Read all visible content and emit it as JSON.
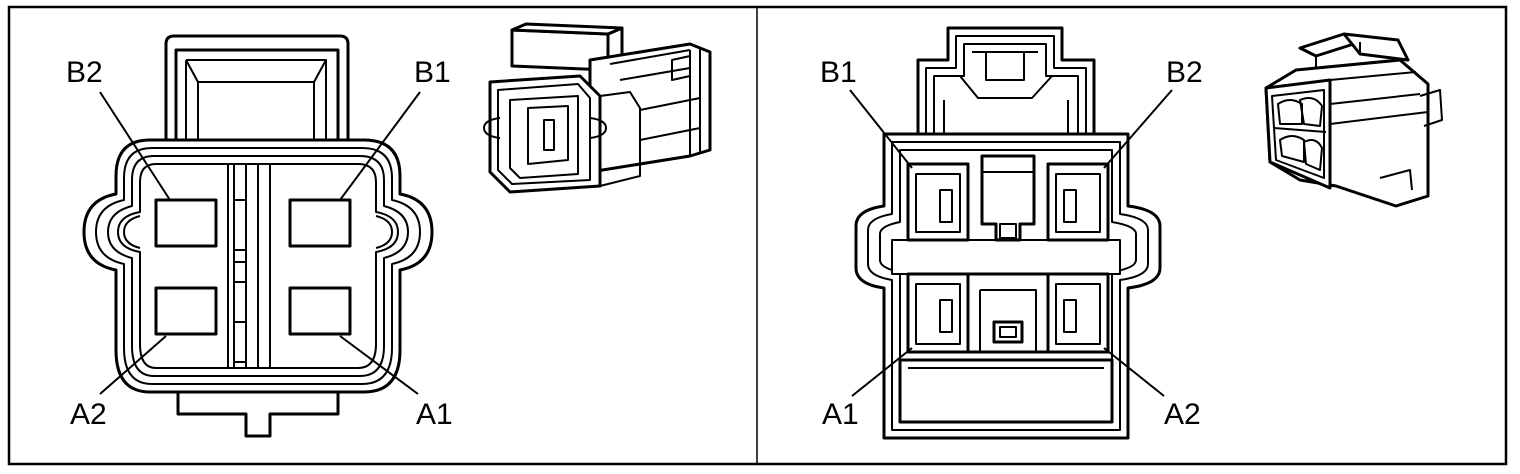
{
  "left_view": {
    "labels": {
      "b2": "B2",
      "b1": "B1",
      "a2": "A2",
      "a1": "A1"
    }
  },
  "right_view": {
    "labels": {
      "b1": "B1",
      "b2": "B2",
      "a1": "A1",
      "a2": "A2"
    }
  }
}
